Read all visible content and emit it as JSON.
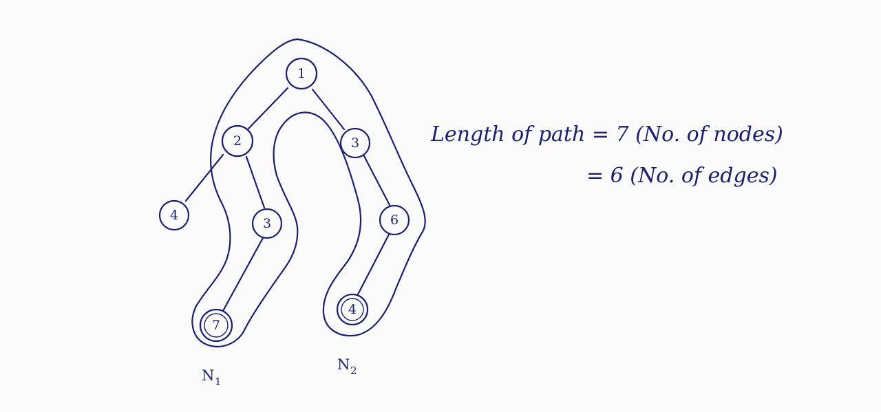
{
  "colors": {
    "ink": "#1a1f6e",
    "paper": "#fbfbfb"
  },
  "tree": {
    "nodes": [
      {
        "id": "n1",
        "label": "1"
      },
      {
        "id": "n2",
        "label": "2"
      },
      {
        "id": "n3r",
        "label": "3"
      },
      {
        "id": "n4l",
        "label": "4"
      },
      {
        "id": "n3l",
        "label": "3"
      },
      {
        "id": "n6",
        "label": "6"
      },
      {
        "id": "n7",
        "label": "7"
      },
      {
        "id": "n4r",
        "label": "4"
      }
    ],
    "edges": [
      [
        "n1",
        "n2"
      ],
      [
        "n1",
        "n3r"
      ],
      [
        "n2",
        "n4l"
      ],
      [
        "n2",
        "n3l"
      ],
      [
        "n3l",
        "n7"
      ],
      [
        "n3r",
        "n6"
      ],
      [
        "n6",
        "n4r"
      ]
    ],
    "path_highlight": [
      "n7",
      "n3l",
      "n2",
      "n1",
      "n3r",
      "n6",
      "n4r"
    ]
  },
  "labels": {
    "n1_letter": "N",
    "n1_sub": "1",
    "n2_letter": "N",
    "n2_sub": "2"
  },
  "equations": {
    "line1": "Length of path = 7 (No. of nodes)",
    "line2": "= 6 (No. of edges)"
  }
}
